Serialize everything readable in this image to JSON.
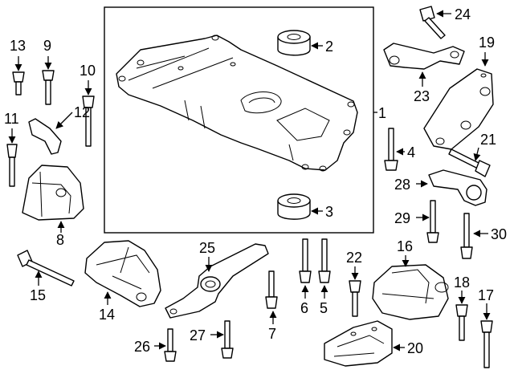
{
  "diagram": {
    "callouts": [
      {
        "id": "c1",
        "label": "1"
      },
      {
        "id": "c2",
        "label": "2"
      },
      {
        "id": "c3",
        "label": "3"
      },
      {
        "id": "c4",
        "label": "4"
      },
      {
        "id": "c5",
        "label": "5"
      },
      {
        "id": "c6",
        "label": "6"
      },
      {
        "id": "c7",
        "label": "7"
      },
      {
        "id": "c8",
        "label": "8"
      },
      {
        "id": "c9",
        "label": "9"
      },
      {
        "id": "c10",
        "label": "10"
      },
      {
        "id": "c11",
        "label": "11"
      },
      {
        "id": "c12",
        "label": "12"
      },
      {
        "id": "c13",
        "label": "13"
      },
      {
        "id": "c14",
        "label": "14"
      },
      {
        "id": "c15",
        "label": "15"
      },
      {
        "id": "c16",
        "label": "16"
      },
      {
        "id": "c17",
        "label": "17"
      },
      {
        "id": "c18",
        "label": "18"
      },
      {
        "id": "c19",
        "label": "19"
      },
      {
        "id": "c20",
        "label": "20"
      },
      {
        "id": "c21",
        "label": "21"
      },
      {
        "id": "c22",
        "label": "22"
      },
      {
        "id": "c23",
        "label": "23"
      },
      {
        "id": "c24",
        "label": "24"
      },
      {
        "id": "c25",
        "label": "25"
      },
      {
        "id": "c26",
        "label": "26"
      },
      {
        "id": "c27",
        "label": "27"
      },
      {
        "id": "c28",
        "label": "28"
      },
      {
        "id": "c29",
        "label": "29"
      },
      {
        "id": "c30",
        "label": "30"
      }
    ]
  }
}
